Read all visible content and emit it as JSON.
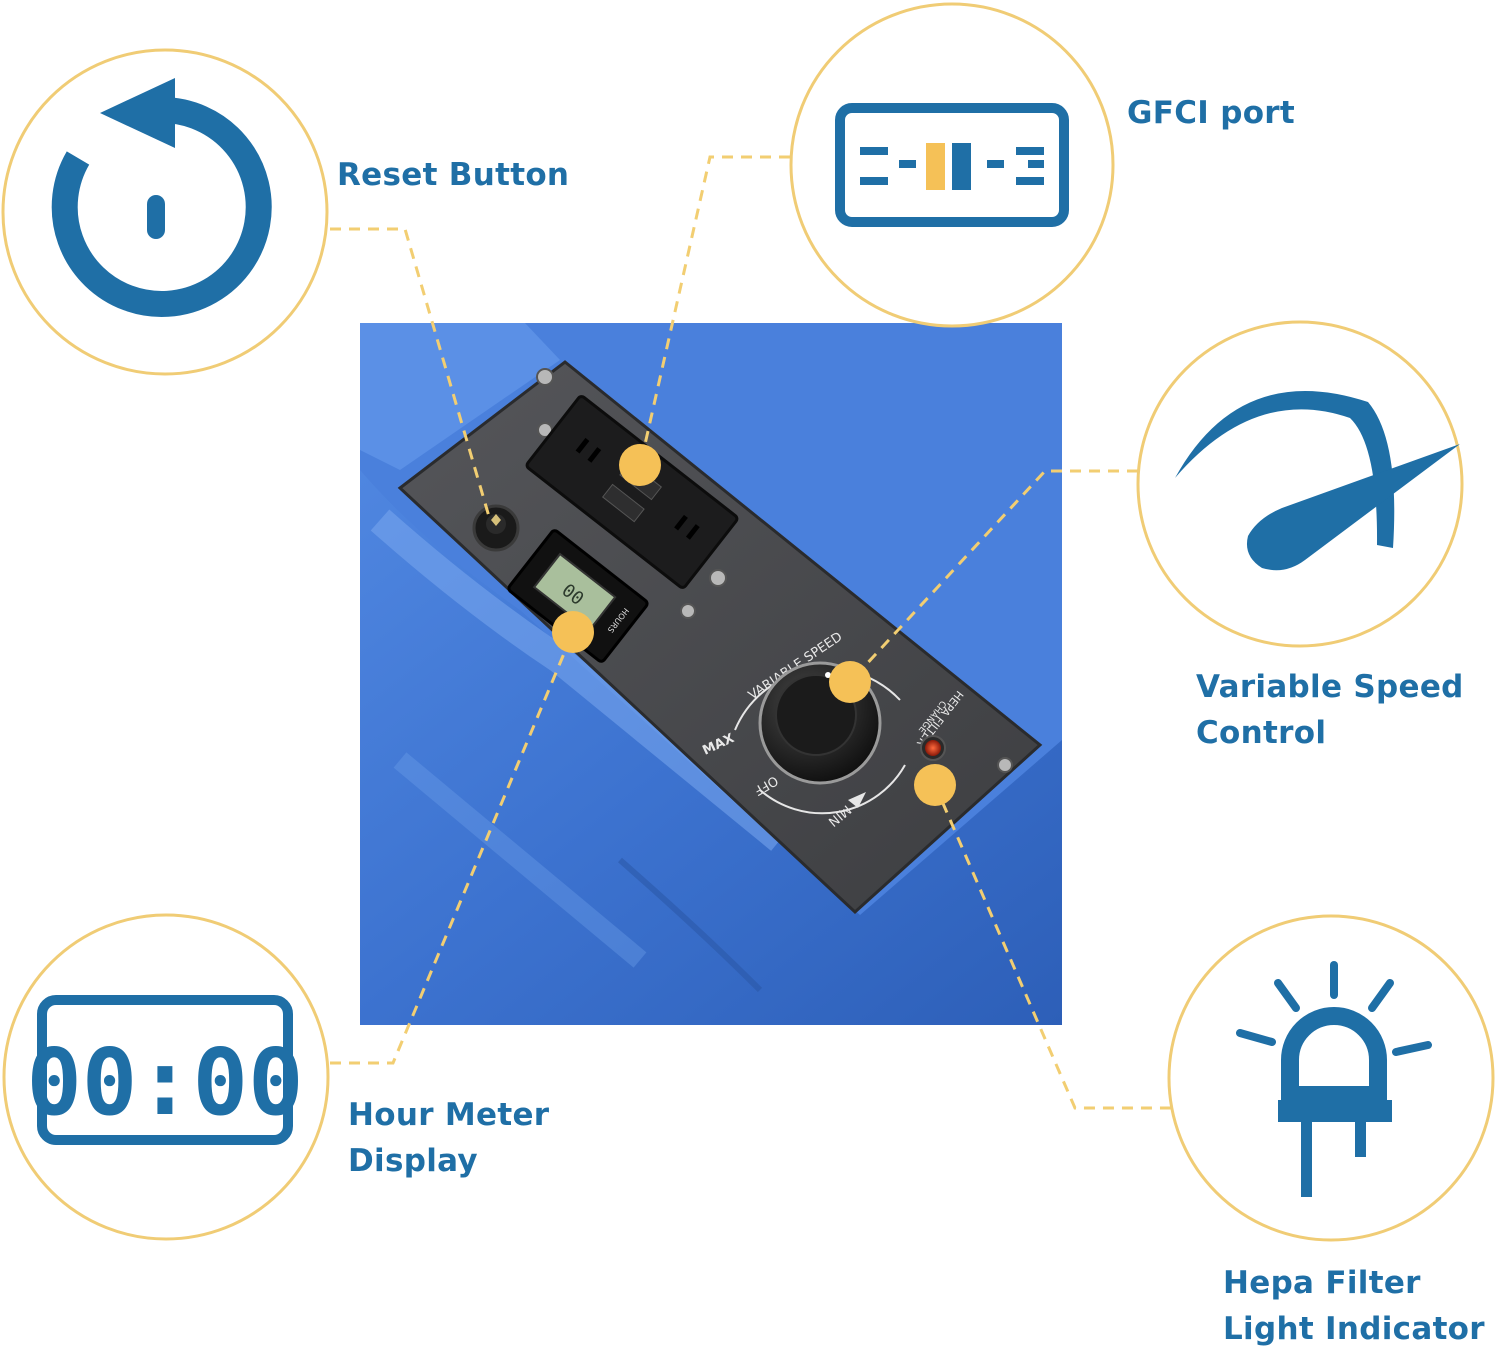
{
  "callouts": {
    "reset": {
      "label": "Reset Button",
      "icon": "reset-icon"
    },
    "gfci": {
      "label": "GFCI port",
      "icon": "gfci-outlet-icon"
    },
    "speed": {
      "label_line1": "Variable Speed",
      "label_line2": "Control",
      "icon": "speedometer-icon"
    },
    "hour": {
      "label_line1": "Hour Meter",
      "label_line2": "Display",
      "icon": "digital-clock-icon",
      "display_text": "00:00"
    },
    "hepa": {
      "label_line1": "Hepa Filter",
      "label_line2": "Light Indicator",
      "icon": "warning-light-icon"
    }
  },
  "panel": {
    "knob_label": "VARIABLE SPEED",
    "max": "MAX",
    "off": "OFF",
    "min": "MIN",
    "filter_label": "HEPA FILTER",
    "change_label": "CHANGE",
    "meter_label": "HOURS"
  },
  "colors": {
    "brand_blue": "#1f6fa6",
    "accent_yellow": "#f5c157",
    "circle_outline": "#f0cc75",
    "housing_blue": "#3f78d6",
    "panel_gray": "#4a4b4e"
  }
}
